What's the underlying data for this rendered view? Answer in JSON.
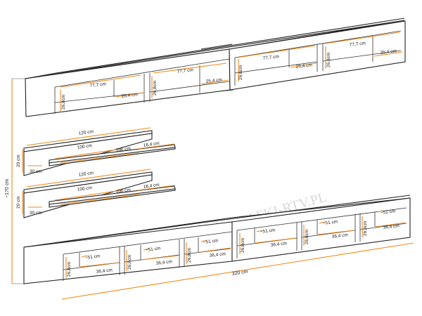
{
  "colors": {
    "line": "#222222",
    "dimension": "#f08a1a",
    "background": "#ffffff"
  },
  "watermark": "SZAFKI-RTV.PL",
  "labels": {
    "total_height": "~170 cm",
    "total_width": "320 cm",
    "top_inner_width": "77,7 cm",
    "top_section_width": "25,4 cm",
    "top_height": "26,8cm",
    "shelf_width": "120 cm",
    "shelf_inner_width": "100 cm",
    "shelf_depth": "18,4 cm",
    "shelf_height": "20 cm",
    "shelf_bottom": "30 cm",
    "bottom_depth": "~51 cm",
    "bottom_width": "36,4 cm",
    "bottom_height": "26,8cm"
  }
}
